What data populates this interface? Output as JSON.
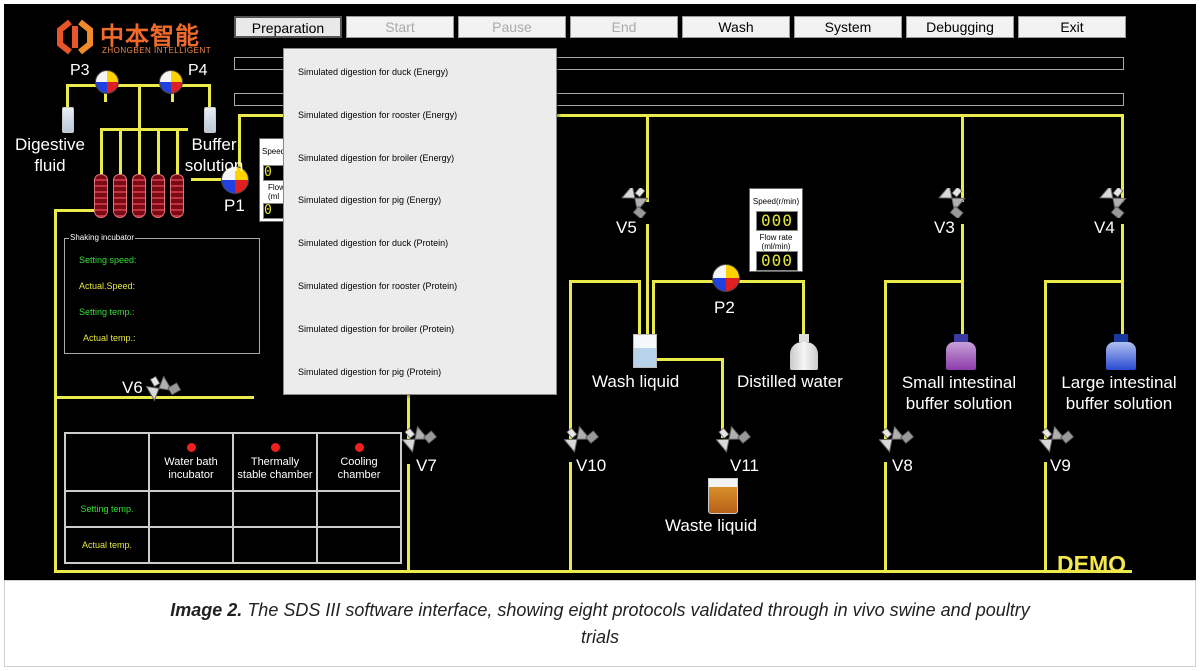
{
  "logo": {
    "chinese": "中本智能",
    "english": "ZHONGBEN INTELLIGENT"
  },
  "menu": [
    {
      "label": "Preparation",
      "state": "active"
    },
    {
      "label": "Start",
      "state": "disabled"
    },
    {
      "label": "Pause",
      "state": "disabled"
    },
    {
      "label": "End",
      "state": "disabled"
    },
    {
      "label": "Wash",
      "state": "enabled"
    },
    {
      "label": "System",
      "state": "enabled"
    },
    {
      "label": "Debugging",
      "state": "enabled"
    },
    {
      "label": "Exit",
      "state": "enabled"
    }
  ],
  "dropdown": {
    "items": [
      "Simulated digestion for duck (Energy)",
      "Simulated digestion for rooster (Energy)",
      "Simulated digestion for broiler (Energy)",
      "Simulated digestion for pig (Energy)",
      "Simulated digestion for duck (Protein)",
      "Simulated digestion for rooster (Protein)",
      "Simulated digestion for broiler (Protein)",
      "Simulated digestion for pig (Protein)"
    ]
  },
  "pumps": {
    "p1": "P1",
    "p2": "P2",
    "p3": "P3",
    "p4": "P4"
  },
  "valves": {
    "v1": "V3",
    "v2": "V4",
    "v3": "V5",
    "v4": "V6",
    "v5": "V7",
    "v6": "V8",
    "v7": "V9",
    "v8": "V10",
    "v9": "V11"
  },
  "labels": {
    "digestive_fluid": "Digestive\nfluid",
    "buffer_solution": "Buffer\nsolution",
    "wash_liquid": "Wash liquid",
    "distilled_water": "Distilled water",
    "small_intestinal": "Small intestinal\nbuffer solution",
    "large_intestinal": "Large intestinal\nbuffer solution",
    "waste_liquid": "Waste liquid"
  },
  "p1_panel": {
    "speed_label": "Speed",
    "flow_label_1": "Flow",
    "flow_label_2": "(ml",
    "digits": "0"
  },
  "p2_panel": {
    "speed_label": "Speed(r/min)",
    "speed_value": "000",
    "flow_label": "Flow rate\n(ml/min)",
    "flow_value": "000"
  },
  "shaking": {
    "title": "Shaking incubator",
    "rows": [
      "Setting speed:",
      "Actual.Speed:",
      "Setting temp.:",
      "Actual temp.:"
    ]
  },
  "temp_table": {
    "columns": [
      "Water bath\nincubator",
      "Thermally\nstable chamber",
      "Cooling\nchamber"
    ],
    "rows": [
      "Setting temp.",
      "Actual temp."
    ]
  },
  "demo": "DEMO",
  "caption": {
    "label": "Image 2.",
    "text": "The SDS III software interface, showing eight protocols validated through in vivo swine and poultry trials"
  },
  "colors": {
    "pipe": "#eaea4a",
    "background": "#000000",
    "brand": "#e8552a"
  }
}
